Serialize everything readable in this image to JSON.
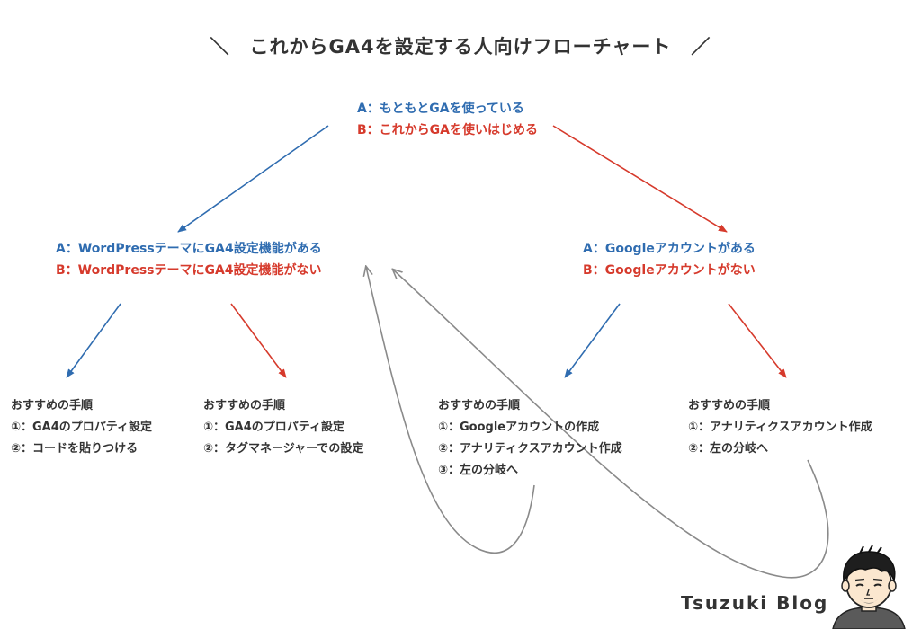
{
  "title": "＼　これからGA4を設定する人向けフローチャート　／",
  "root": {
    "a": "A：もともとGAを使っている",
    "b": "B：これからGAを使いはじめる"
  },
  "left_node": {
    "a": "A：WordPressテーマにGA4設定機能がある",
    "b": "B：WordPressテーマにGA4設定機能がない"
  },
  "right_node": {
    "a": "A：Googleアカウントがある",
    "b": "B：Googleアカウントがない"
  },
  "recommendations": [
    {
      "heading": "おすすめの手順",
      "steps": [
        "①：GA4のプロパティ設定",
        "②：コードを貼りつける"
      ]
    },
    {
      "heading": "おすすめの手順",
      "steps": [
        "①：GA4のプロパティ設定",
        "②：タグマネージャーでの設定"
      ]
    },
    {
      "heading": "おすすめの手順",
      "steps": [
        "①：Googleアカウントの作成",
        "②：アナリティクスアカウント作成",
        "③：左の分岐へ"
      ]
    },
    {
      "heading": "おすすめの手順",
      "steps": [
        "①：アナリティクスアカウント作成",
        "②：左の分岐へ"
      ]
    }
  ],
  "brand": "Tsuzuki Blog",
  "colors": {
    "a_branch": "#2f6cb0",
    "b_branch": "#d63a2c",
    "loop_arrow": "#8a8a8a",
    "text": "#333333"
  },
  "icons": [
    "avatar-illustration"
  ]
}
